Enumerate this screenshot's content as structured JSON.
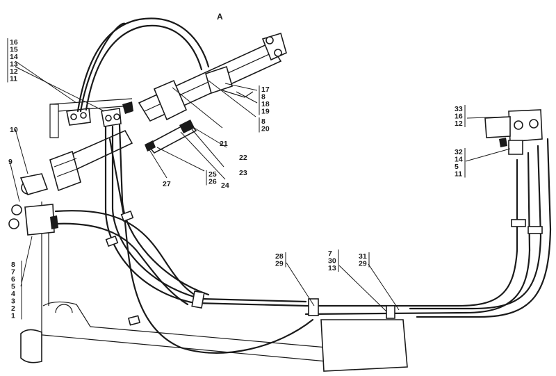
{
  "view_label": "A",
  "callouts": {
    "g_left_top": [
      "16",
      "15",
      "14",
      "13",
      "12",
      "11"
    ],
    "g_left_mid_10": "10",
    "g_left_mid_9": "9",
    "g_left_bottom": [
      "8",
      "7",
      "6",
      "5",
      "4",
      "3",
      "2",
      "1"
    ],
    "g_top_mid": [
      "17",
      "8",
      "18",
      "19"
    ],
    "g_mid_8_20": [
      "8",
      "20"
    ],
    "c21": "21",
    "c22": "22",
    "c23": "23",
    "c24": "24",
    "g_25_26": [
      "25",
      "26"
    ],
    "c27": "27",
    "g_right_top": [
      "33",
      "16",
      "12"
    ],
    "g_right_mid": [
      "32",
      "14",
      "5",
      "11"
    ],
    "g_bottom_28": [
      "28",
      "29"
    ],
    "g_bottom_7": [
      "7",
      "30",
      "13"
    ],
    "g_bottom_31": [
      "31",
      "29"
    ]
  }
}
